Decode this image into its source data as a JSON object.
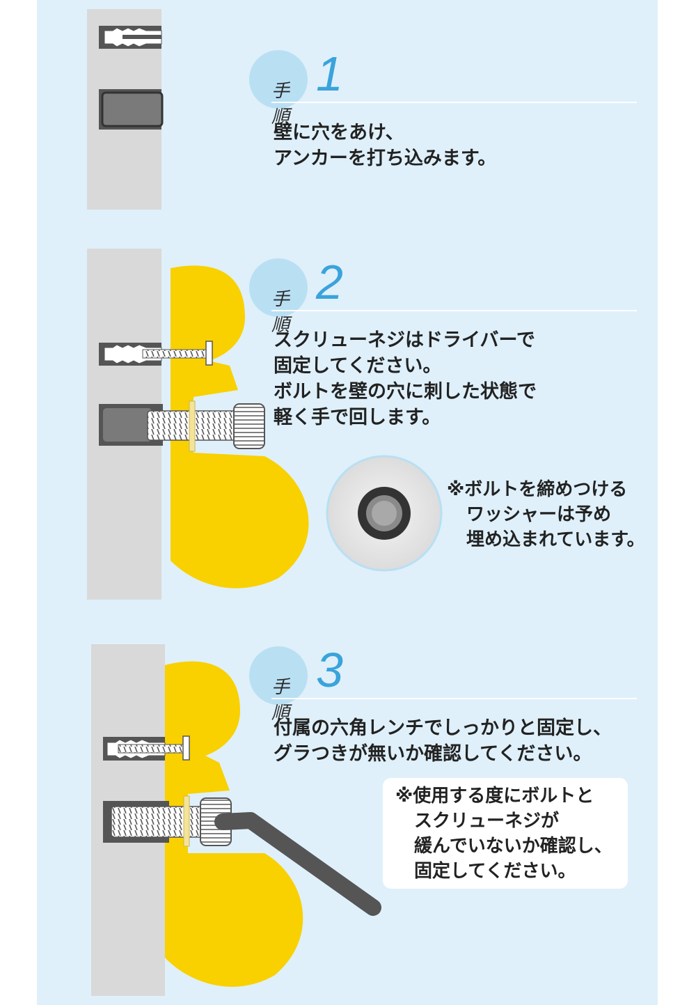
{
  "colors": {
    "panel": "#dff0fa",
    "wall": "#d9d9d9",
    "accent_blue": "#3aa3dc",
    "bubble": "#b9dff3",
    "stool_yellow": "#f9d000",
    "hardware_dark": "#555555"
  },
  "steps": [
    {
      "label": "手順",
      "number": "1",
      "lines": [
        "壁に穴をあけ、",
        "アンカーを打ち込みます。"
      ]
    },
    {
      "label": "手順",
      "number": "2",
      "lines": [
        "スクリューネジはドライバーで",
        "固定してください。",
        "ボルトを壁の穴に刺した状態で",
        "軽く手で回します。"
      ],
      "note": [
        "※ボルトを締めつける",
        "ワッシャーは予め",
        "埋め込まれています。"
      ]
    },
    {
      "label": "手順",
      "number": "3",
      "lines": [
        "付属の六角レンチでしっかりと固定し、",
        "グラつきが無いか確認してください。"
      ],
      "note": [
        "※使用する度にボルトと",
        "スクリューネジが",
        "緩んでいないか確認し、",
        "固定してください。"
      ]
    }
  ]
}
